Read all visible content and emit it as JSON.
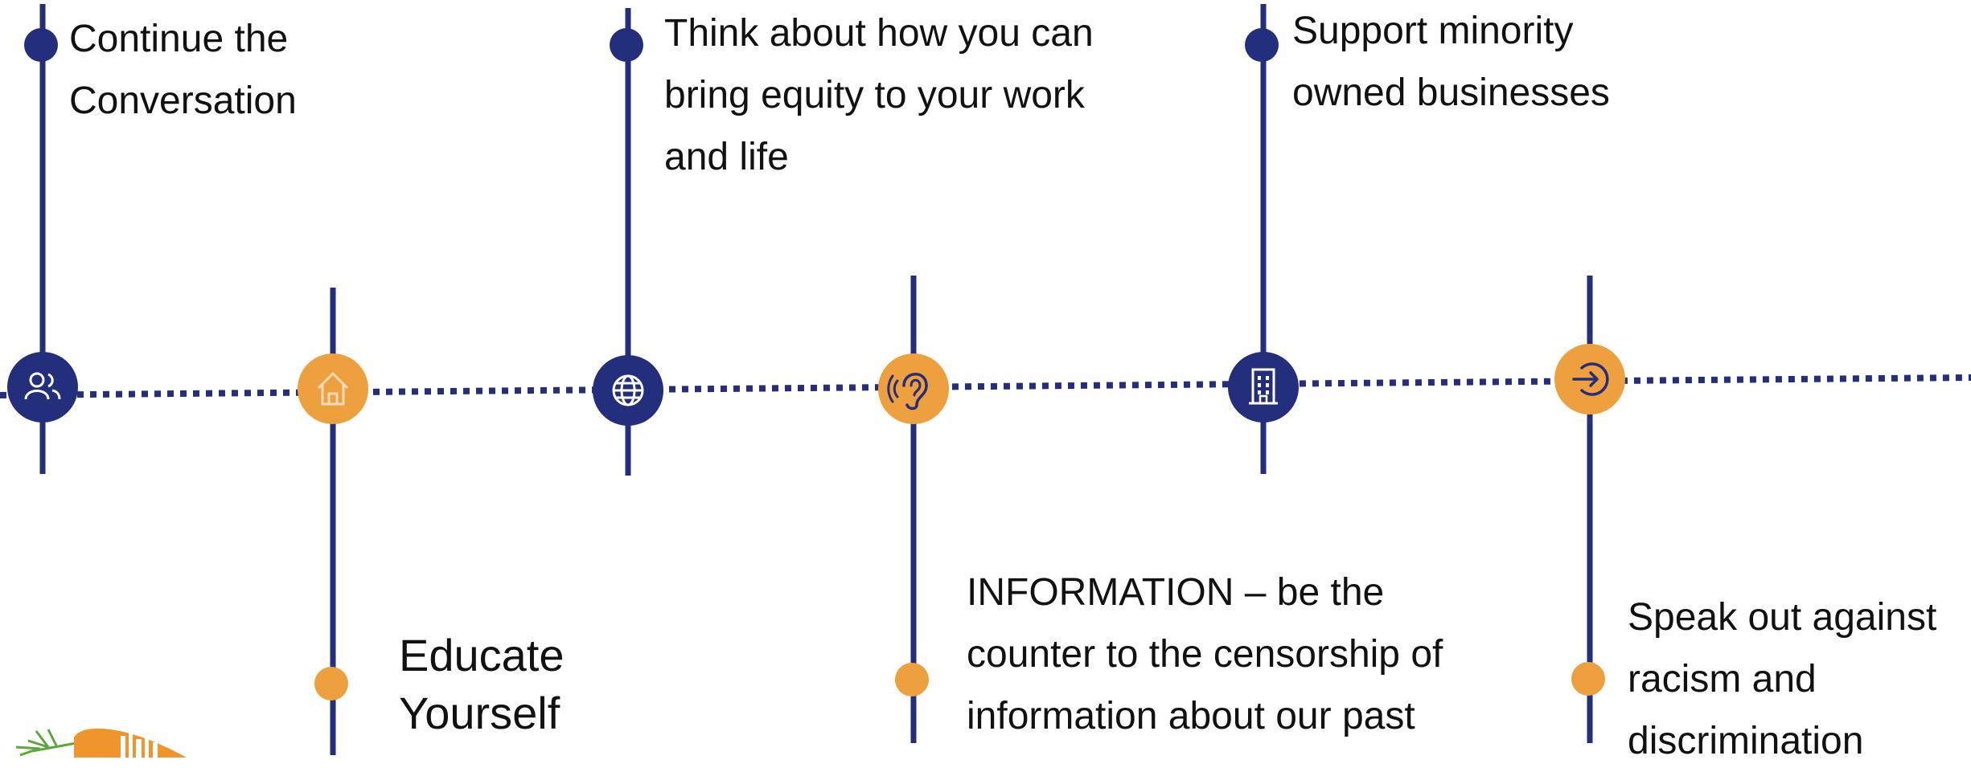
{
  "colors": {
    "navy": "#232e7d",
    "orange": "#eea03e",
    "icon_light": "#f3dcbc",
    "text": "#111111",
    "logo_orange": "#f0952b",
    "logo_green": "#5aa83a"
  },
  "timeline": {
    "items": [
      {
        "id": "conversation",
        "text": "Continue the\nConversation",
        "color": "navy",
        "side": "top",
        "icon": "people-icon"
      },
      {
        "id": "educate",
        "text": "Educate\nYourself",
        "color": "orange",
        "side": "bottom",
        "icon": "home-icon"
      },
      {
        "id": "equity",
        "text": "Think about how you can\nbring equity to your work\nand life",
        "color": "navy",
        "side": "top",
        "icon": "globe-icon"
      },
      {
        "id": "information",
        "text": "INFORMATION – be the\ncounter to the censorship of\ninformation about our past",
        "color": "orange",
        "side": "bottom",
        "icon": "ear-icon"
      },
      {
        "id": "businesses",
        "text": "Support minority\nowned businesses",
        "color": "navy",
        "side": "top",
        "icon": "office-building-icon"
      },
      {
        "id": "speak",
        "text": "Speak out against\nracism and\ndiscrimination",
        "color": "orange",
        "side": "bottom",
        "icon": "sign-in-arrow-icon"
      }
    ]
  },
  "logo": {
    "icon": "carrot-skyline-logo"
  }
}
